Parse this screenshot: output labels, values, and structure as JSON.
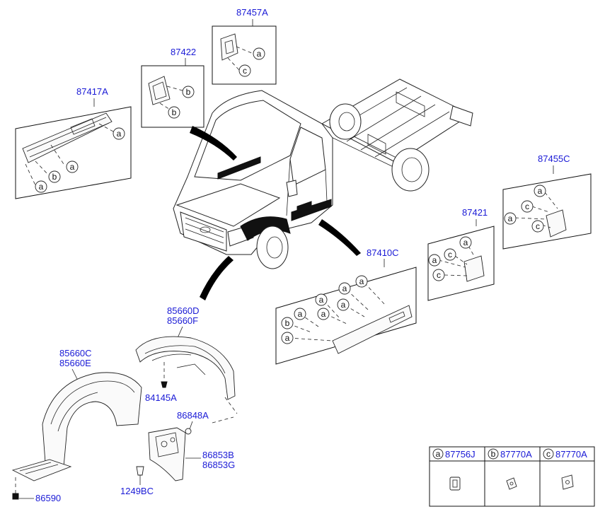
{
  "callouts": {
    "p87457A": "87457A",
    "p87422": "87422",
    "p87417A": "87417A",
    "p87455C": "87455C",
    "p87421": "87421",
    "p87410C": "87410C",
    "p85660D": "85660D",
    "p85660F": "85660F",
    "p85660C": "85660C",
    "p85660E": "85660E",
    "p84145A": "84145A",
    "p86848A": "86848A",
    "p86853B": "86853B",
    "p86853G": "86853G",
    "p1249BC": "1249BC",
    "p86590": "86590"
  },
  "circle_labels": {
    "a": "a",
    "b": "b",
    "c": "c"
  },
  "legend": {
    "items": [
      {
        "letter": "a",
        "part": "87756J"
      },
      {
        "letter": "b",
        "part": "87770A"
      },
      {
        "letter": "c",
        "part": "87770A"
      }
    ]
  }
}
